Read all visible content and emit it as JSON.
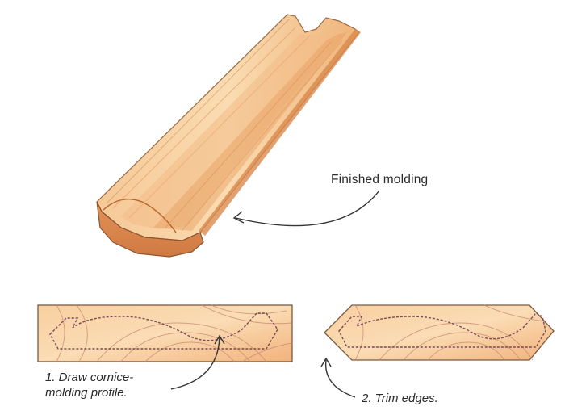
{
  "labels": {
    "finished": "Finished molding",
    "step1_line1": "1. Draw cornice-",
    "step1_line2": "molding profile.",
    "step2": "2. Trim edges."
  },
  "icons": {
    "arrow_finished": "curved-arrow-icon",
    "arrow_step1": "curved-arrow-icon",
    "arrow_step2": "curved-arrow-icon"
  },
  "colors": {
    "wood_light": "#f9d2a4",
    "wood_mid": "#efae74",
    "wood_dark": "#d98a4c",
    "grain": "#c98a73",
    "profile_line": "#7a4a58",
    "outline": "#7a5a40",
    "text": "#2a2a2a"
  }
}
